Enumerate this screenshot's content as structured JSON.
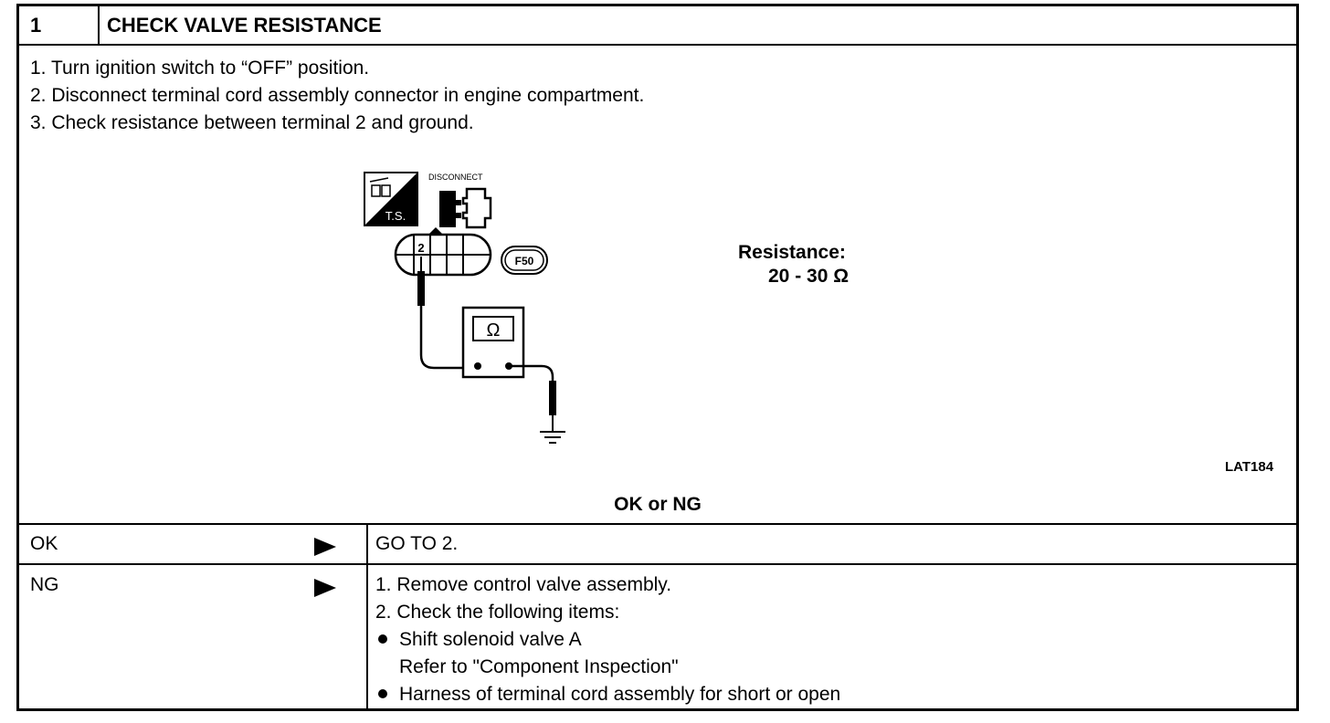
{
  "header": {
    "step_number": "1",
    "title": "CHECK VALVE RESISTANCE"
  },
  "procedure": {
    "steps": [
      "1.  Turn ignition switch to “OFF” position.",
      "2.  Disconnect terminal cord assembly connector in engine compartment.",
      "3.  Check resistance between terminal 2 and ground."
    ]
  },
  "figure": {
    "ts_label": "T.S.",
    "disconnect_label": "DISCONNECT",
    "terminal_number": "2",
    "connector_code": "F50",
    "meter_symbol": "Ω",
    "spec_label": "Resistance:",
    "spec_value": "20 - 30 Ω",
    "figure_code": "LAT184"
  },
  "decision": {
    "question": "OK or NG"
  },
  "results": {
    "ok": {
      "label": "OK",
      "action": "GO TO 2."
    },
    "ng": {
      "label": "NG",
      "lines": [
        "1.  Remove control valve assembly.",
        "2.  Check the following items:"
      ],
      "bullets": [
        "Shift solenoid valve A",
        "Harness of terminal cord assembly for short or open"
      ],
      "bullet_note": "Refer to \"Component Inspection\""
    }
  }
}
